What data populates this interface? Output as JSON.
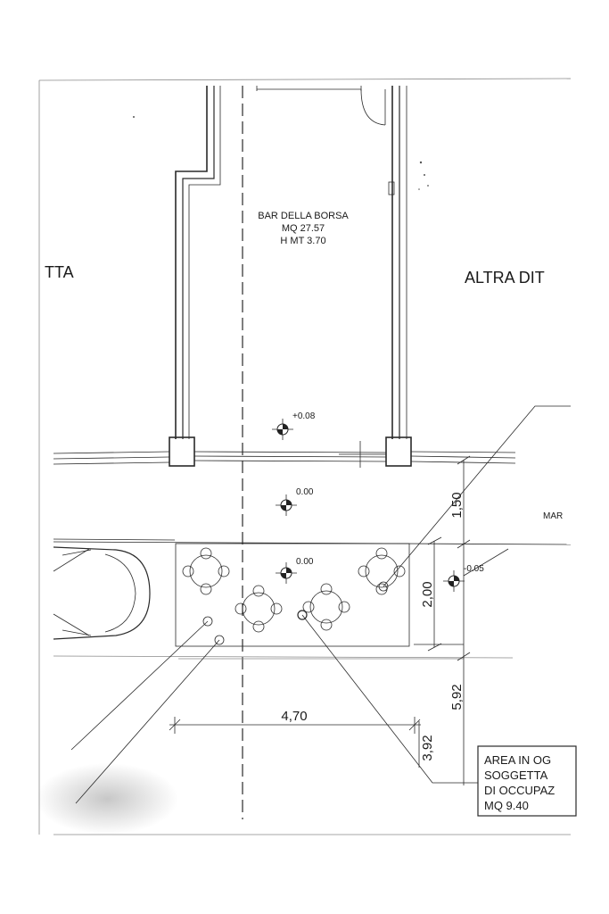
{
  "room": {
    "name": "BAR DELLA BORSA",
    "area": "MQ 27.57",
    "height": "H MT 3.70"
  },
  "labels": {
    "left_partial": "TTA",
    "right_partial": "ALTRA DIT",
    "right_edge": "MAR"
  },
  "levels": {
    "interior": "+0.08",
    "sidewalk": "0.00",
    "terrace": "0.00",
    "street": "-0.05"
  },
  "dimensions": {
    "d1": "1,50",
    "d2": "2,00",
    "d3": "5,92",
    "d4": "4,70",
    "d5": "3,92"
  },
  "note": {
    "line1": "AREA IN OG",
    "line2": "SOGGETTA",
    "line3": "DI OCCUPAZ",
    "line4": "MQ  9.40"
  }
}
